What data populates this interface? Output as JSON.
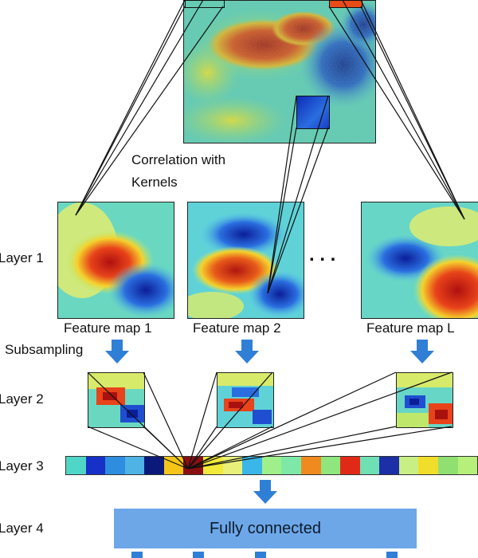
{
  "labels": {
    "correlation_line1": "Correlation with",
    "correlation_line2": "Kernels",
    "layer1": "Layer 1",
    "layer2": "Layer 2",
    "layer3": "Layer 3",
    "layer4": "Layer 4",
    "subsampling": "Subsampling",
    "feature_map_1": "Feature map 1",
    "feature_map_2": "Feature map 2",
    "feature_map_L": "Feature map L",
    "fully_connected": "Fully connected",
    "ellipsis": ". . ."
  },
  "colors": {
    "arrow": "#2f7fd6",
    "fc_box": "#6da7e8",
    "vector_cells": [
      "#4fd6c7",
      "#1630c8",
      "#2f8de0",
      "#4fb3e6",
      "#0b1a7a",
      "#f5c518",
      "#8b0f0f",
      "#f2e93a",
      "#e8f07a",
      "#3ab6e8",
      "#9ff08a",
      "#7ee8a8",
      "#f08a1e",
      "#8ee67c",
      "#e02a17",
      "#6fe0b4",
      "#1c2fa6",
      "#c8ef84",
      "#f0de2a",
      "#8fe070",
      "#b6f07a"
    ]
  }
}
